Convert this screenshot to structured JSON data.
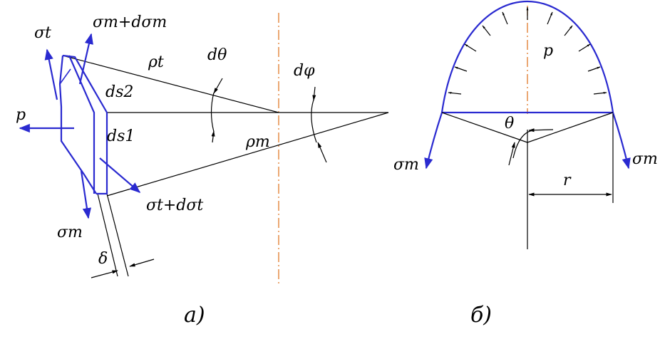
{
  "figure_a": {
    "caption": "а)",
    "labels": {
      "sigma_t": "σt",
      "sigma_m_plus": "σm+dσm",
      "rho_t": "ρt",
      "d_theta": "dθ",
      "d_phi": "dφ",
      "ds2": "ds2",
      "ds1": "ds1",
      "p": "p",
      "rho_m": "ρm",
      "sigma_t_plus": "σt+dσt",
      "sigma_m": "σm",
      "delta": "δ"
    }
  },
  "figure_b": {
    "caption": "б)",
    "labels": {
      "p": "p",
      "theta": "θ",
      "sigma_m_left": "σm",
      "sigma_m_right": "σm",
      "r": "r"
    }
  },
  "colors": {
    "shell": "#2a2ad0",
    "axis": "#e07a2a",
    "lines": "#000000"
  }
}
